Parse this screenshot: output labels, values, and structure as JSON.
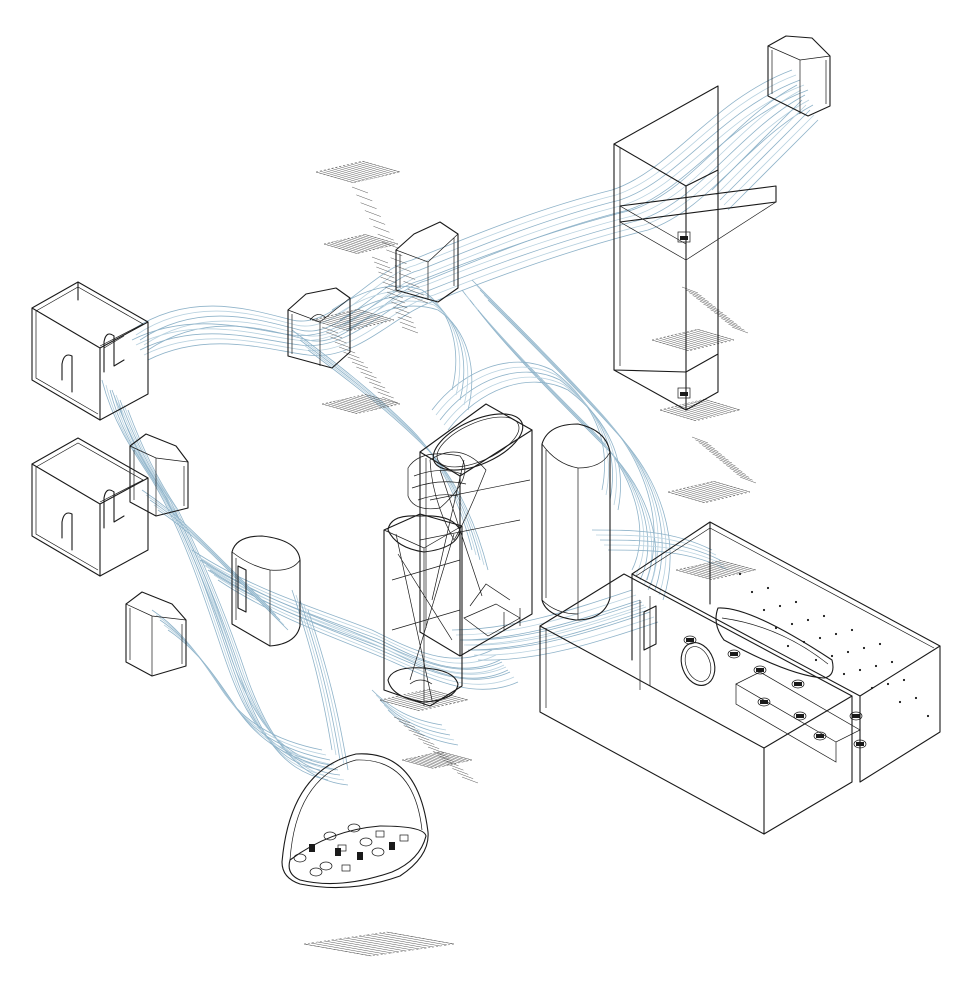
{
  "diagram": {
    "kind": "isometric-axonometric-line-drawing",
    "text_labels": [],
    "colors": {
      "linework": "#1a1a1a",
      "flow_lines": "#8fb3c9",
      "flow_lines_light": "#b9d2e0",
      "background": "#ffffff"
    },
    "components": [
      "open-cube-module-top-left",
      "open-cube-module-middle-left",
      "hex-prism-module-left",
      "hex-prism-module-lower-left",
      "half-cylinder-module-left",
      "hex-prism-module-upper",
      "hex-prism-module-top-center",
      "hex-prism-module-top-right",
      "tall-tower-frame-right",
      "cylinder-tower-center",
      "lattice-tower-center",
      "funnel-tower-center",
      "large-box-enclosure-right",
      "dome-capsule-bottom",
      "hatched-panels",
      "contour-flow-lines"
    ]
  }
}
